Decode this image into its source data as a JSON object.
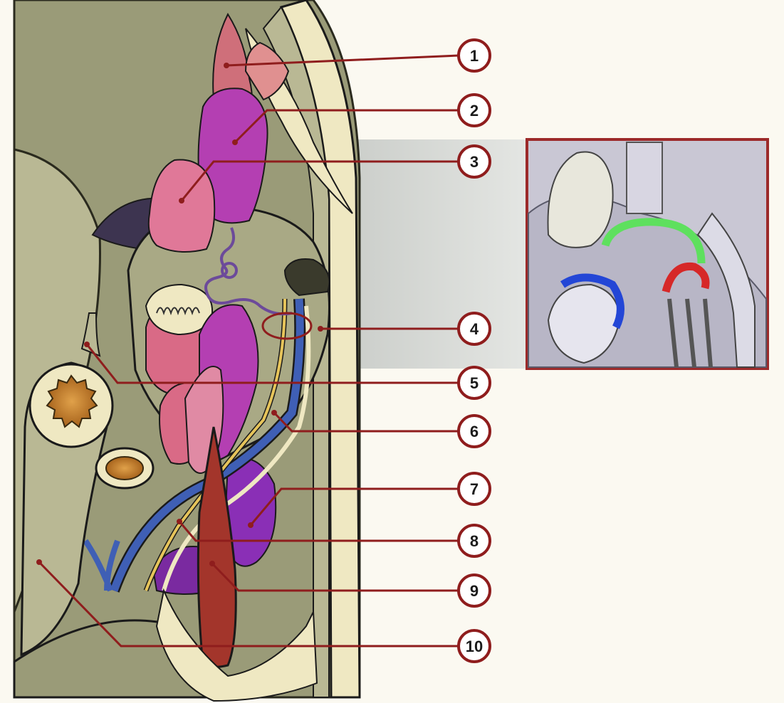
{
  "labels": [
    {
      "number": "1"
    },
    {
      "number": "2"
    },
    {
      "number": "3"
    },
    {
      "number": "4"
    },
    {
      "number": "5"
    },
    {
      "number": "6"
    },
    {
      "number": "7"
    },
    {
      "number": "8"
    },
    {
      "number": "9"
    },
    {
      "number": "10"
    }
  ],
  "colors": {
    "leader_line": "#8f1d1d",
    "tissue": "#9a9b78",
    "tissue_light": "#b9b894",
    "bone_cream": "#efe8c2",
    "muscle_pink": "#d96a86",
    "muscle_magenta": "#b43fb2",
    "muscle_purple": "#7a2aa0",
    "nerve_blue": "#3f5fb5",
    "artery_red": "#a3352b",
    "inset_frame": "#9c2a2a",
    "inset_ring_green": "#5ee05e",
    "inset_ring_blue": "#2346d6",
    "inset_ring_red": "#d62828"
  }
}
